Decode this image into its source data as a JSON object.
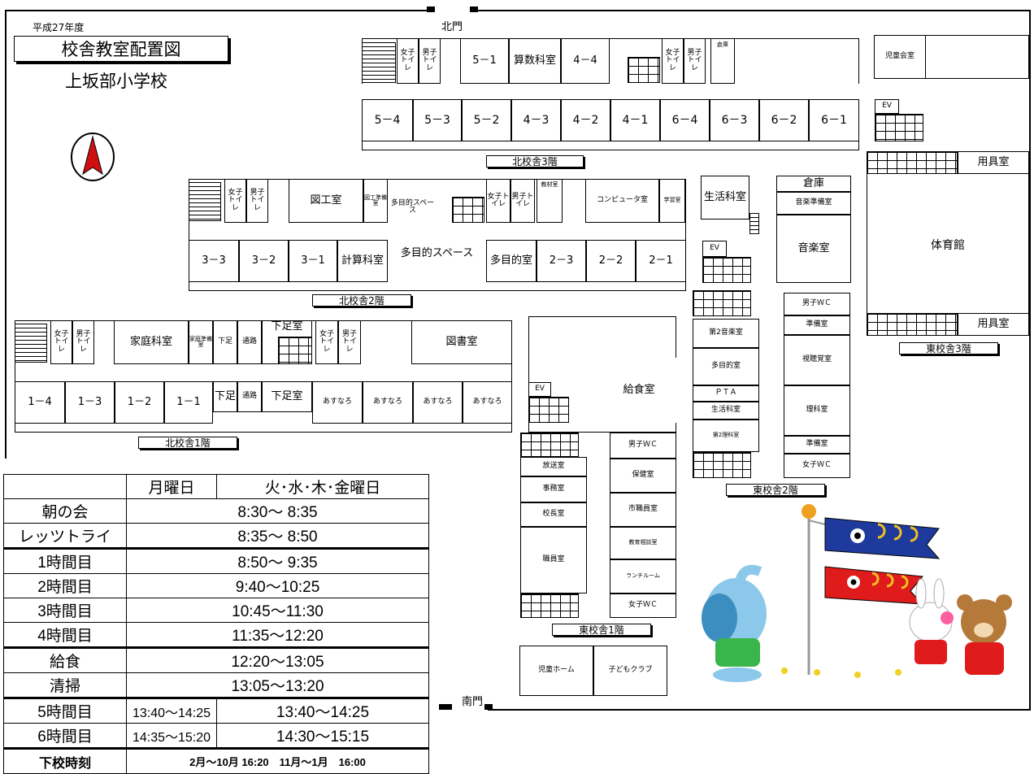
{
  "header": {
    "year": "平成27年度",
    "title": "校舎教室配置図",
    "school": "上坂部小学校"
  },
  "gates": {
    "north": "北門",
    "south": "南門"
  },
  "compass": {
    "letter": "N"
  },
  "north_3f": {
    "label": "北校舎3階",
    "top_rooms": [
      "女子トイレ",
      "男子トイレ",
      "5－1",
      "算数科室",
      "4－4",
      "女子トイレ",
      "男子トイレ",
      "倉庫"
    ],
    "bottom_rooms": [
      "5－4",
      "5－3",
      "5－2",
      "4－3",
      "4－2",
      "4－1",
      "6－4",
      "6－3",
      "6－2",
      "6－1"
    ]
  },
  "north_2f": {
    "label": "北校舎2階",
    "top_rooms": [
      "女子トイレ",
      "男子トイレ",
      "図工室",
      "図工準備室",
      "多目的スペース",
      "女子トイレ",
      "男子トイレ",
      "教材室",
      "コンピュータ室",
      "学習室"
    ],
    "bottom_rooms": [
      "3－3",
      "3－2",
      "3－1",
      "計算科室",
      "多目的スペース",
      "多目的室",
      "2－3",
      "2－2",
      "2－1"
    ]
  },
  "north_1f": {
    "label": "北校舎1階",
    "top_rooms": [
      "女子トイレ",
      "男子トイレ",
      "家庭科室",
      "家庭準備室",
      "下足",
      "通路",
      "下足室",
      "女子トイレ",
      "男子トイレ",
      "図書室"
    ],
    "bottom_rooms": [
      "1－4",
      "1－3",
      "1－2",
      "1－1",
      "下足",
      "通路",
      "下足室",
      "あすなろ",
      "あすなろ",
      "あすなろ",
      "あすなろ"
    ]
  },
  "east_3f": {
    "label": "東校舎3階",
    "rooms": [
      "児童会室",
      "EV",
      "用具室",
      "体育館",
      "用具室"
    ]
  },
  "east_2f": {
    "label": "東校舎2階",
    "rooms": [
      "生活科室",
      "倉庫",
      "音楽準備室",
      "音楽室",
      "EV",
      "男子ＷＣ",
      "準備室",
      "第2音楽室",
      "視聴覚室",
      "多目的室",
      "ＰＴＡ",
      "生活科室",
      "理科室",
      "第2理科室",
      "準備室",
      "女子ＷＣ"
    ]
  },
  "east_1f": {
    "label": "東校舎1階",
    "rooms": [
      "EV",
      "給食室",
      "放送室",
      "男子ＷＣ",
      "事務室",
      "保健室",
      "校長室",
      "市職員室",
      "職員室",
      "教育相談室",
      "ランチルーム",
      "女子ＷＣ",
      "児童ホーム",
      "子どもクラブ"
    ]
  },
  "schedule": {
    "headers": [
      "",
      "月曜日",
      "火･水･木･金曜日"
    ],
    "rows": [
      {
        "label": "朝の会",
        "time": "8:30～ 8:35"
      },
      {
        "label": "レッツトライ",
        "time": "8:35～ 8:50"
      },
      {
        "label": "1時間目",
        "time": "8:50～ 9:35"
      },
      {
        "label": "2時間目",
        "time": "9:40～10:25"
      },
      {
        "label": "3時間目",
        "time": "10:45～11:30"
      },
      {
        "label": "4時間目",
        "time": "11:35～12:20"
      },
      {
        "label": "給食",
        "time": "12:20～13:05"
      },
      {
        "label": "清掃",
        "time": "13:05～13:20"
      },
      {
        "label": "5時間目",
        "mon": "13:40～14:25",
        "other": "13:40～14:25"
      },
      {
        "label": "6時間目",
        "mon": "14:35～15:20",
        "other": "14:30～15:15"
      },
      {
        "label": "下校時刻",
        "time": "2月～10月 16:20　11月～1月　16:00"
      }
    ]
  },
  "colors": {
    "koi_blue": "#1e3a9c",
    "koi_red": "#e01b1b",
    "elephant": "#8cc8ea",
    "bear": "#b5793a",
    "pole_top": "#f0a020"
  }
}
